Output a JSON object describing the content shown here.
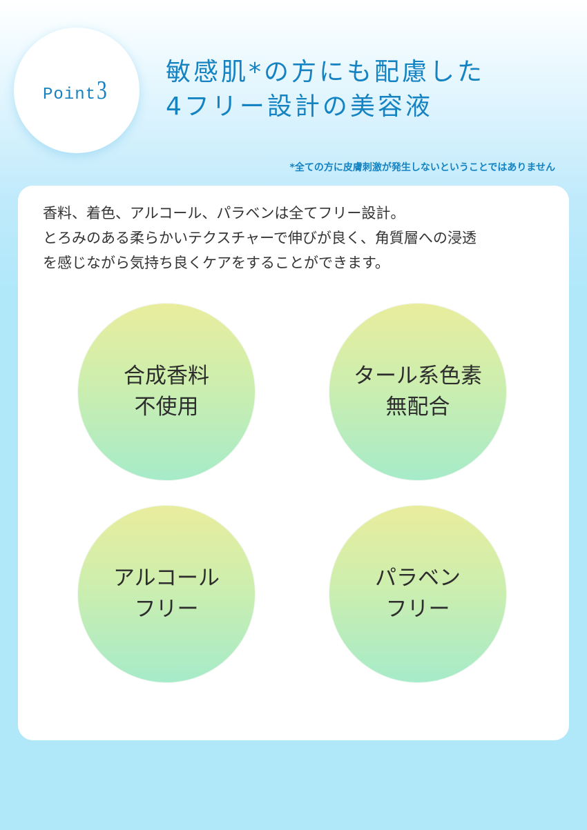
{
  "header": {
    "point_label": "Point",
    "point_number": "3",
    "headline_line1": "敏感肌*の方にも配慮した",
    "headline_line2": "4フリー設計の美容液",
    "footnote": "*全ての方に皮膚刺激が発生しないということではありません"
  },
  "card": {
    "description_lines": [
      "香料、着色、アルコール、パラベンは全てフリー設計。",
      "とろみのある柔らかいテクスチャーで伸びが良く、角質層への浸透",
      "を感じながら気持ち良くケアをすることができます。"
    ],
    "badges": [
      {
        "line1": "合成香料",
        "line2": "不使用"
      },
      {
        "line1": "タール系色素",
        "line2": "無配合"
      },
      {
        "line1": "アルコール",
        "line2": "フリー"
      },
      {
        "line1": "パラベン",
        "line2": "フリー"
      }
    ]
  },
  "colors": {
    "accent_blue": "#1583c2",
    "background_blue": "#b0e8fa",
    "badge_gradient_top": "#e9ed9d",
    "badge_gradient_bottom": "#a6ebc9",
    "body_text": "#333333"
  }
}
